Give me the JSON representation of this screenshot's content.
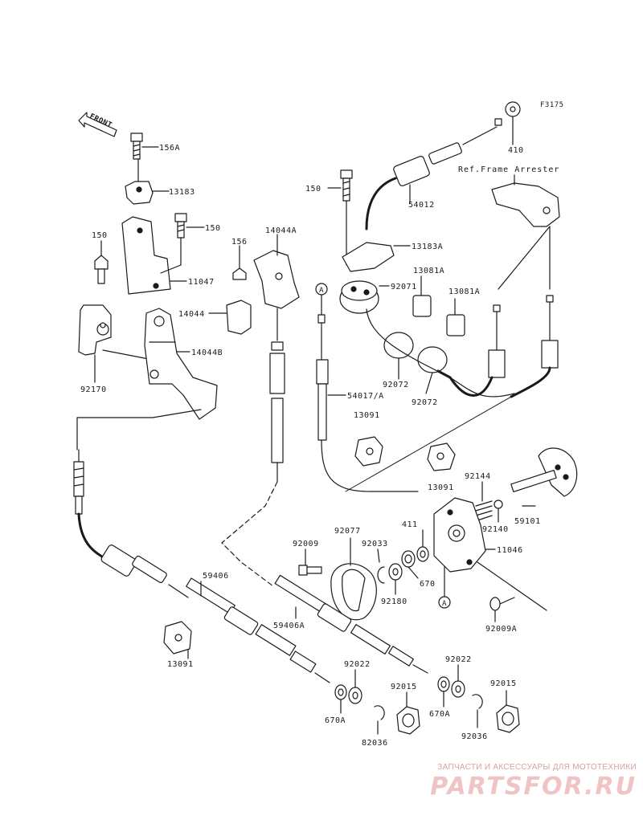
{
  "figure_id": "F3175",
  "front_label": "FRONT",
  "ref_note": "Ref.Frame Arrester",
  "callouts": [
    "A",
    "A"
  ],
  "part_numbers": [
    "156A",
    "13183",
    "150",
    "150",
    "156",
    "14044A",
    "150",
    "54012",
    "13183A",
    "410",
    "11047",
    "14044",
    "14044B",
    "92170",
    "92071",
    "13081A",
    "13081A",
    "92072",
    "92072",
    "54017/A",
    "13091",
    "13091",
    "92144",
    "92140",
    "59101",
    "11046",
    "411",
    "92077",
    "92009",
    "92033",
    "92180",
    "670",
    "92009A",
    "59406",
    "59406A",
    "13091",
    "92022",
    "92015",
    "670A",
    "82036",
    "92022",
    "670A",
    "92015",
    "92036"
  ],
  "watermark": {
    "subtitle": "ЗАПЧАСТИ И АКСЕССУАРЫ ДЛЯ МОТОТЕХНИКИ",
    "logo": "PARTSFOR.RU",
    "color": "#f0c4c4"
  }
}
